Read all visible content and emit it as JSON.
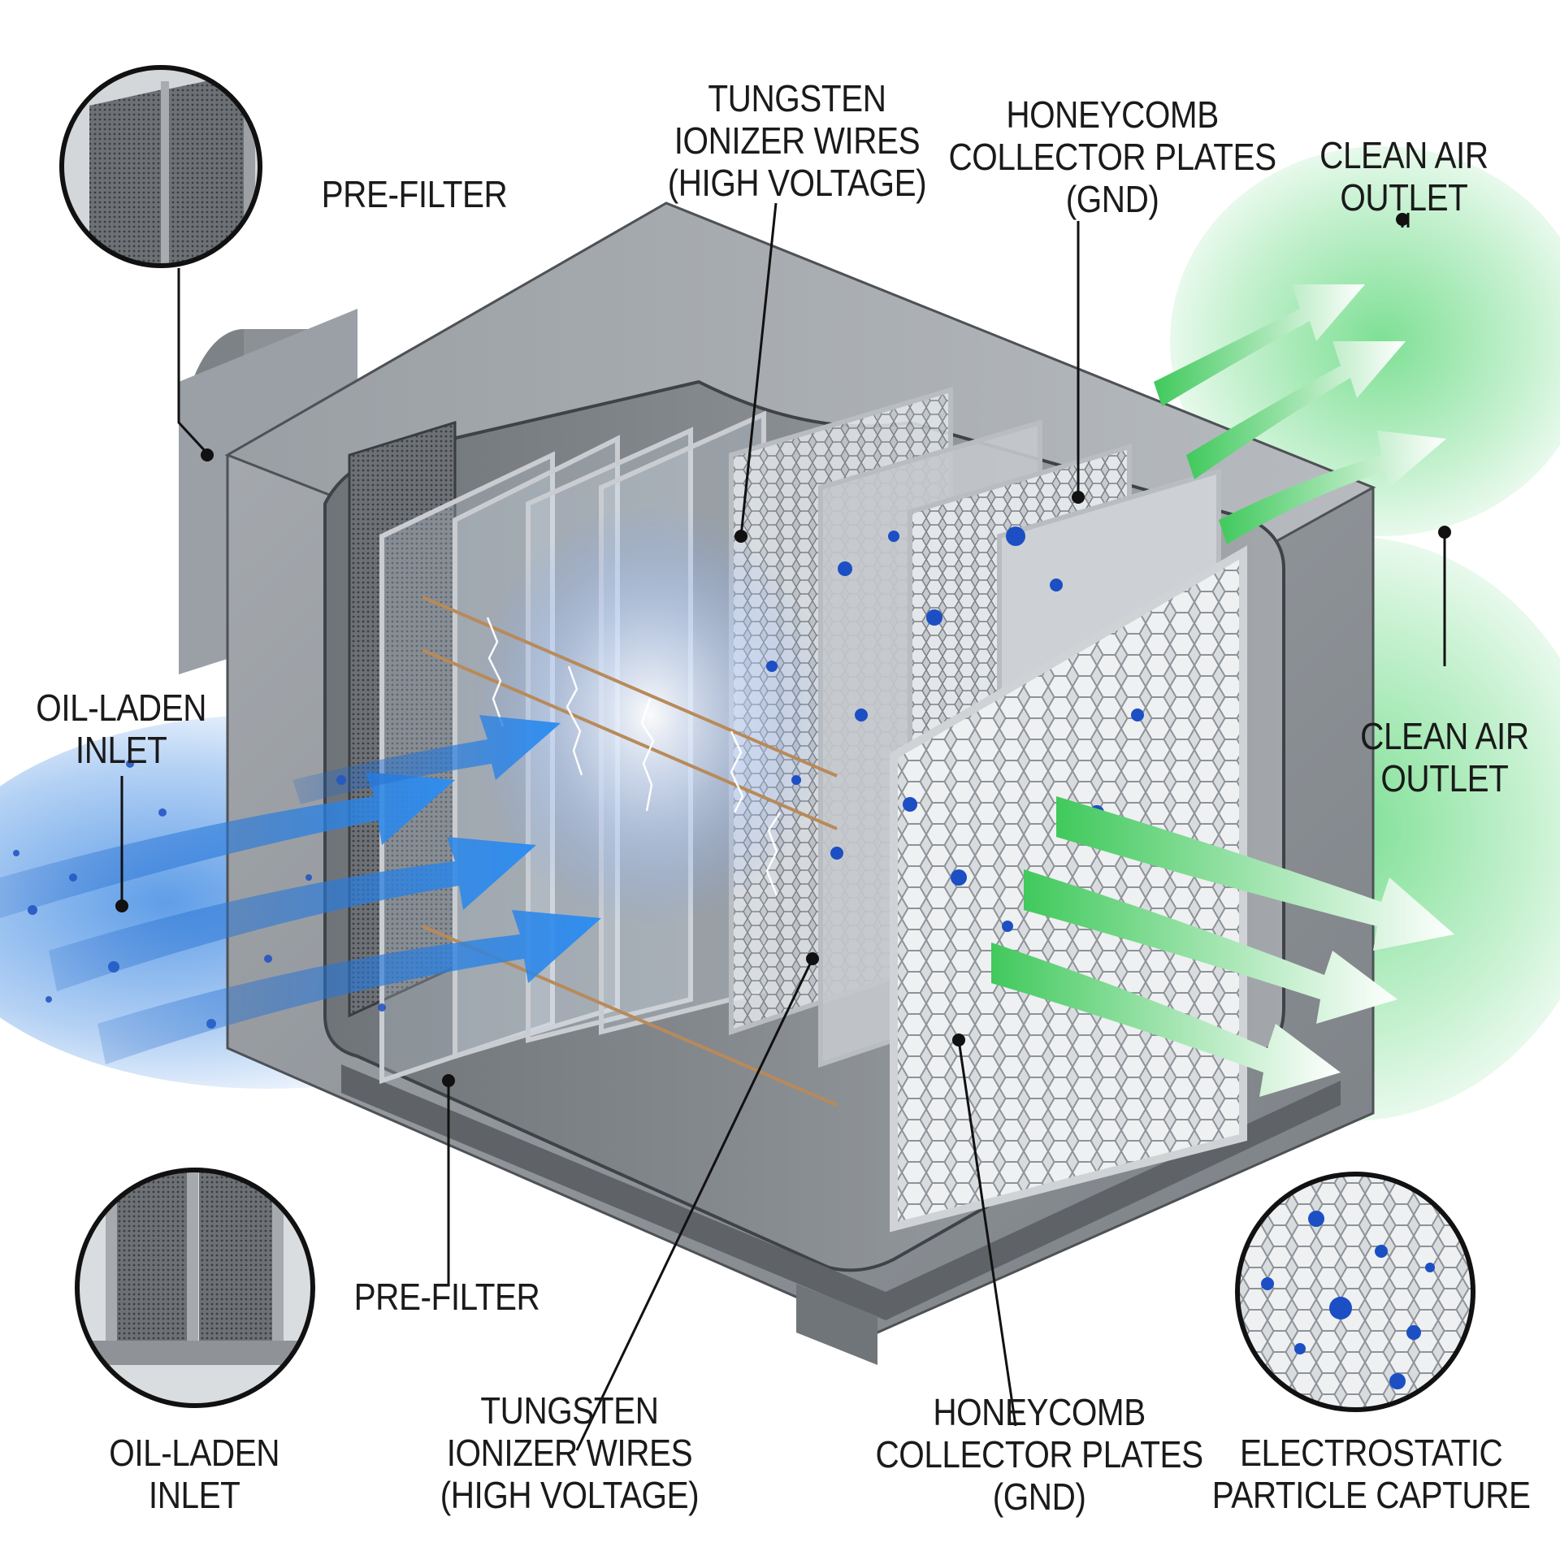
{
  "labels": {
    "prefilter_top": "PRE-FILTER",
    "ionizer_top": [
      "TUNGSTEN",
      "IONIZER WIRES",
      "(HIGH VOLTAGE)"
    ],
    "collector_top": [
      "HONEYCOMB",
      "COLLECTOR PLATES",
      "(GND)"
    ],
    "clean_outlet_top": [
      "CLEAN AIR",
      "OUTLET"
    ],
    "inlet_left": [
      "OIL-LADEN",
      "INLET"
    ],
    "clean_outlet_right": [
      "CLEAN AIR",
      "OUTLET"
    ],
    "prefilter_bottom": "PRE-FILTER",
    "inlet_bottom": [
      "OIL-LADEN",
      "INLET"
    ],
    "ionizer_bottom": [
      "TUNGSTEN",
      "IONIZER WIRES",
      "(HIGH VOLTAGE)"
    ],
    "collector_bottom": [
      "HONEYCOMB",
      "COLLECTOR PLATES",
      "(GND)"
    ],
    "capture_bottom": [
      "ELECTROSTATIC",
      "PARTICLE CAPTURE"
    ]
  },
  "colors": {
    "housing": "#8e9398",
    "housing_dark": "#5d6166",
    "oil_flow": "#1f6fd6",
    "clean_flow": "#3ccf5a",
    "particle": "#1c4fc4"
  },
  "icons": {
    "prefilter_detail": "mesh-filter-detail-icon",
    "capture_detail": "honeycomb-particle-detail-icon"
  }
}
